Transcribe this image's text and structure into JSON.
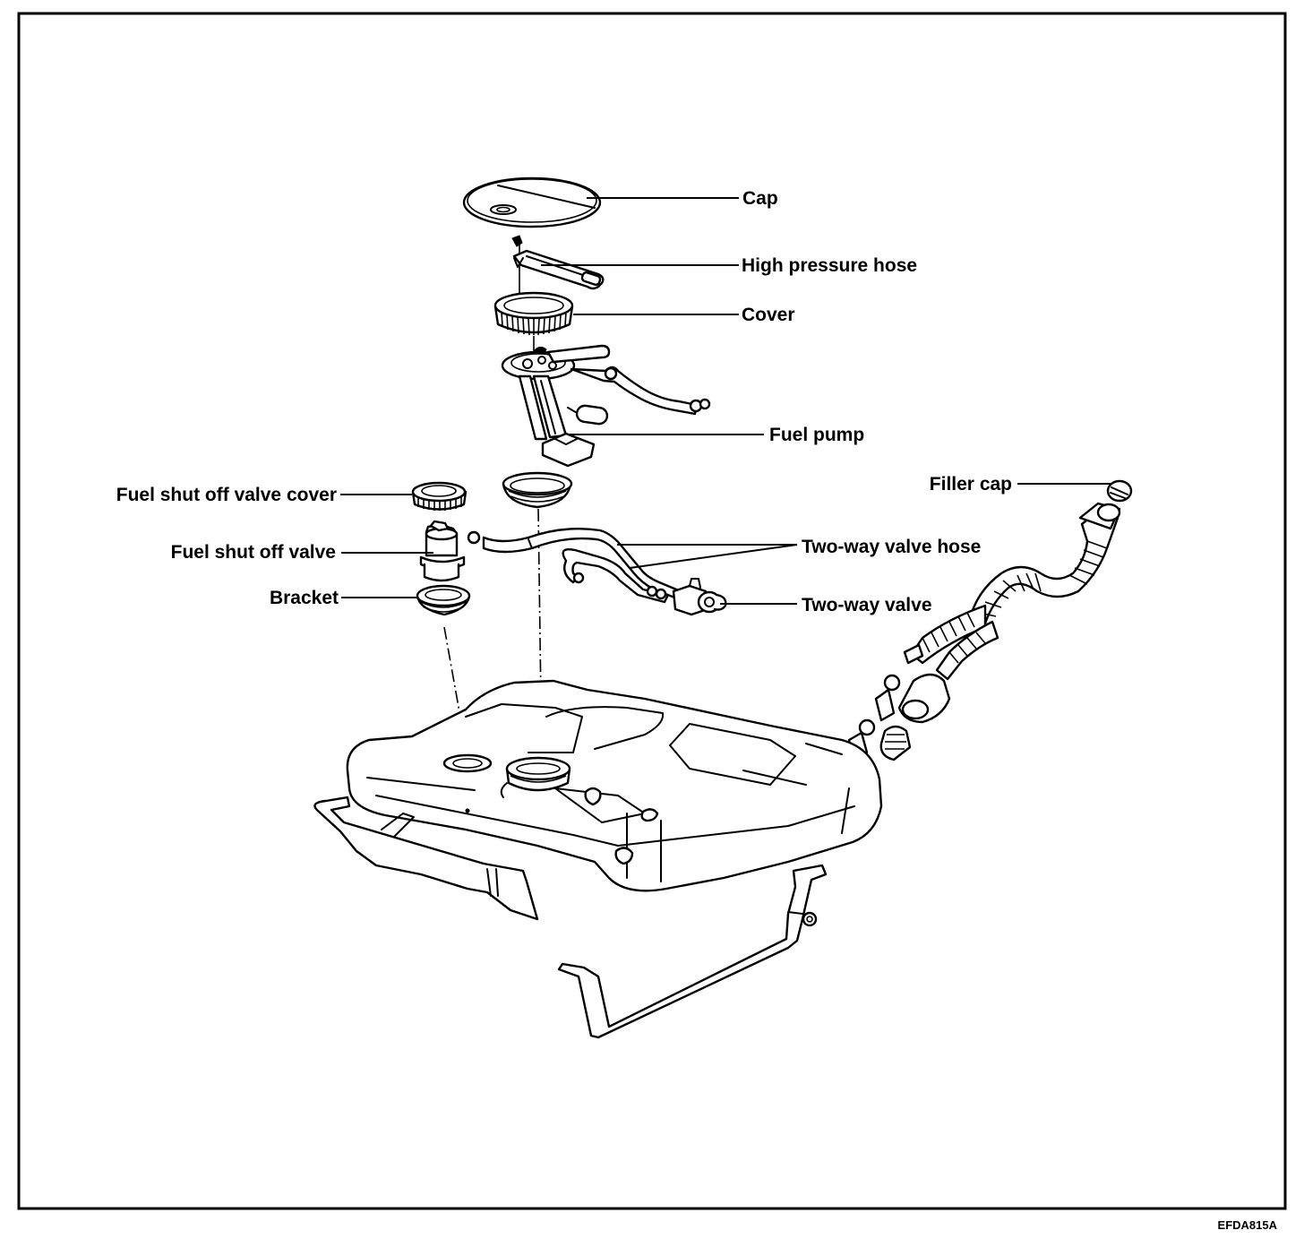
{
  "figure": {
    "code": "EFDA815A",
    "subject": "Fuel tank assembly (exploded view)"
  },
  "labels": {
    "cap": "Cap",
    "high_pressure_hose": "High pressure hose",
    "cover": "Cover",
    "fuel_pump": "Fuel pump",
    "fuel_shut_off_valve_cover": "Fuel shut off valve cover",
    "fuel_shut_off_valve": "Fuel shut off valve",
    "bracket": "Bracket",
    "filler_cap": "Filler cap",
    "two_way_valve_hose": "Two-way valve hose",
    "two_way_valve": "Two-way valve"
  },
  "colors": {
    "ink": "#000000",
    "paper": "#ffffff"
  }
}
